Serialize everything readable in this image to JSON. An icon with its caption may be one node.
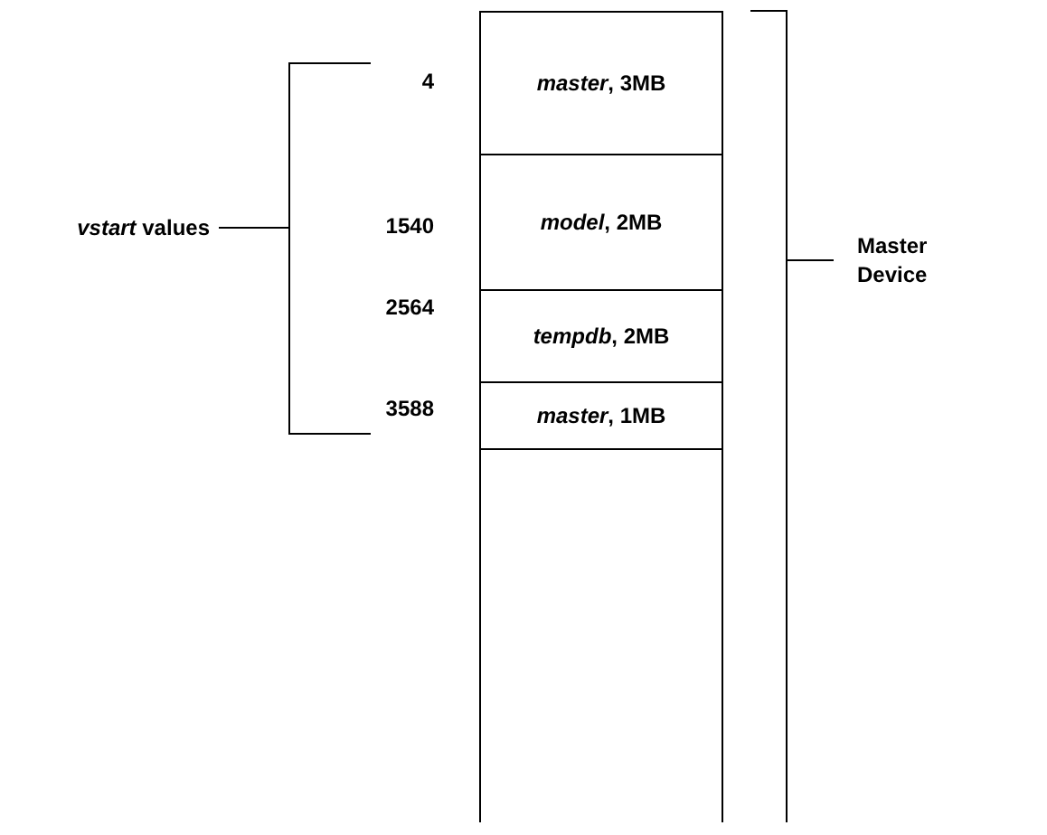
{
  "diagram": {
    "nodes": [
      {
        "text": [],
        "shape": "box"
      },
      {
        "text": [
          "*master*, 3MB"
        ],
        "in": 0
      },
      {
        "text": [
          "*model*, 2MB"
        ],
        "in": 0
      },
      {
        "text": [
          "*tempdb*, 2MB"
        ],
        "in": 0
      },
      {
        "text": [
          "*master*, 1MB"
        ],
        "in": 0
      }
    ],
    "labels": [
      "4",
      "*vstart* values",
      "1540",
      "Master Device",
      "2564",
      "3588"
    ]
  }
}
